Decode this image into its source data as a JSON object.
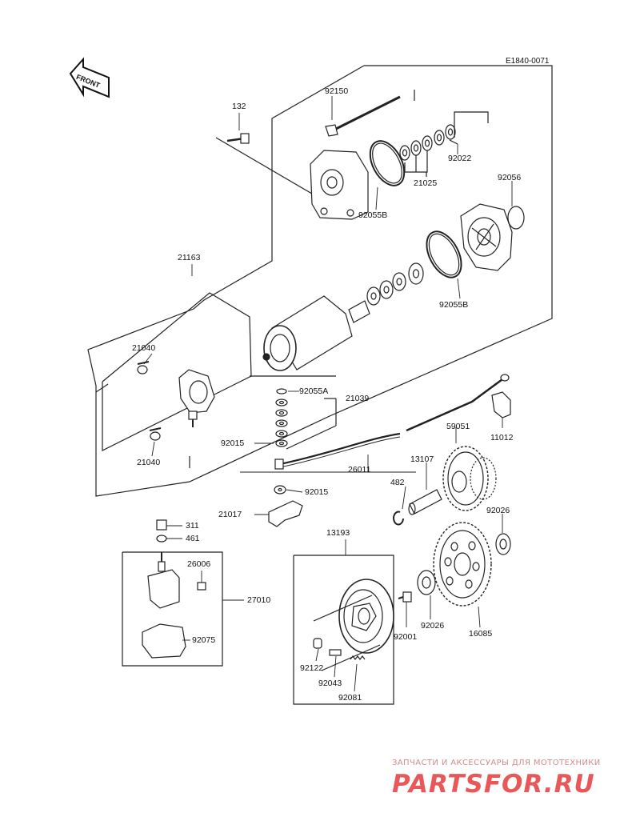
{
  "diagram": {
    "code": "E1840-0071",
    "front_label": "FRONT",
    "part_numbers": [
      "132",
      "92150",
      "92022",
      "21025",
      "92056",
      "92055B",
      "92055B",
      "21163",
      "21040",
      "21040",
      "92055A",
      "21039",
      "92015",
      "26011",
      "92015",
      "21017",
      "59051",
      "11012",
      "13107",
      "482",
      "92026",
      "311",
      "461",
      "26006",
      "27010",
      "92075",
      "13193",
      "92001",
      "92026",
      "16085",
      "92122",
      "92043",
      "92081"
    ]
  },
  "watermark": {
    "tagline": "ЗАПЧАСТИ И АКСЕССУАРЫ ДЛЯ МОТОТЕХНИКИ",
    "brand": "PARTSFOR.RU"
  }
}
